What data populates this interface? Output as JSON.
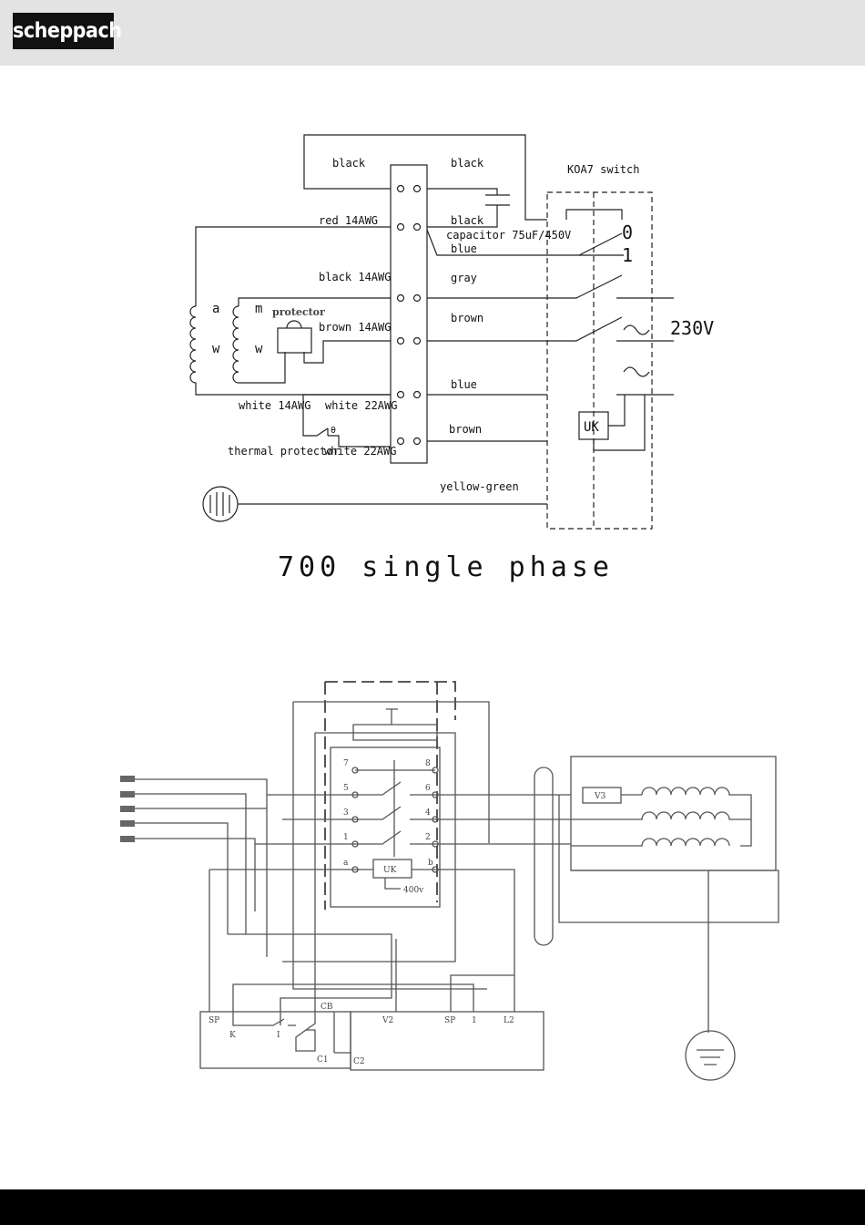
{
  "header": {
    "logo_text": "scheppach"
  },
  "diagram1": {
    "title": "700 single phase",
    "labels": {
      "black_top_left": "black",
      "black_top_right": "black",
      "koa7_switch": "KOA7 switch",
      "red_14awg": "red 14AWG",
      "black_mid": "black",
      "capacitor": "capacitor 75uF/450V",
      "blue_1": "blue",
      "black_14awg": "black 14AWG",
      "gray": "gray",
      "protector": "protector",
      "brown_14awg": "brown 14AWG",
      "brown_1": "brown",
      "blue_2": "blue",
      "white_14awg": "white 14AWG",
      "white_22awg": "white 22AWG",
      "brown_2": "brown",
      "thermal_protector": "thermal protector",
      "white_22awg_2": "white 22AWG",
      "yellow_green": "yellow-green",
      "switch_0": "0",
      "switch_1": "1",
      "voltage": "230V",
      "coil_a": "a",
      "coil_m": "m",
      "coil_w1": "w",
      "coil_w2": "w",
      "uk_box": "UK",
      "theta": "θ"
    }
  },
  "diagram2": {
    "labels": {
      "t7": "7",
      "t8": "8",
      "t5": "5",
      "t6": "6",
      "t3": "3",
      "t4": "4",
      "t1": "1",
      "t2": "2",
      "ta": "a",
      "tb": "b",
      "uk": "UK",
      "v400": "400v",
      "v3": "V3",
      "sp_left": "SP",
      "k": "K",
      "i": "I",
      "cb": "CB",
      "c1": "C1",
      "c2": "C2",
      "v2": "V2",
      "sp_right": "SP",
      "one": "1",
      "l2": "L2"
    }
  },
  "colors": {
    "header_bg": "#e3e3e3",
    "footer_bg": "#000000",
    "ink": "#222222"
  }
}
